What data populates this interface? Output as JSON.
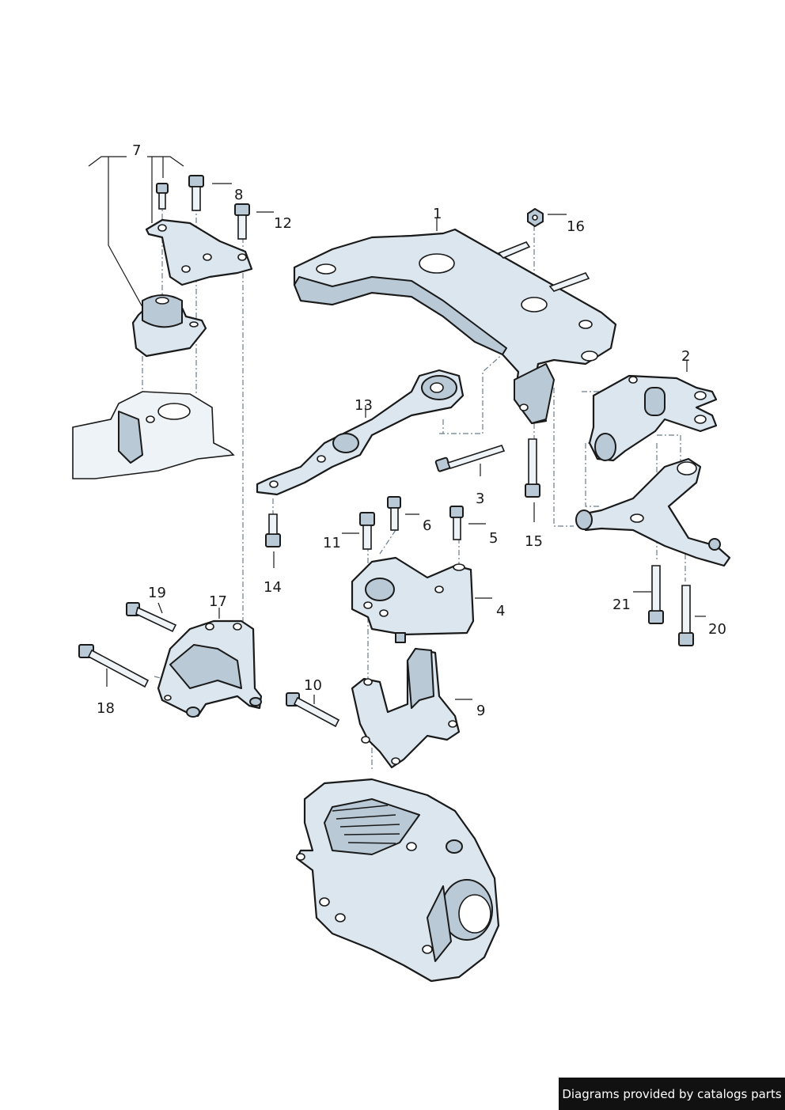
{
  "callouts": {
    "c1": "1",
    "c2": "2",
    "c3": "3",
    "c4": "4",
    "c5": "5",
    "c6": "6",
    "c7": "7",
    "c8": "8",
    "c9": "9",
    "c10": "10",
    "c11": "11",
    "c12": "12",
    "c13": "13",
    "c14": "14",
    "c15": "15",
    "c16": "16",
    "c17": "17",
    "c18": "18",
    "c19": "19",
    "c20": "20",
    "c21": "21"
  },
  "footer": {
    "credit": "Diagrams provided by catalogs parts"
  },
  "colors": {
    "part_fill": "#dbe6ee",
    "part_shade": "#b9cad6",
    "outline": "#1a1a1a",
    "banner_bg": "#111111"
  }
}
